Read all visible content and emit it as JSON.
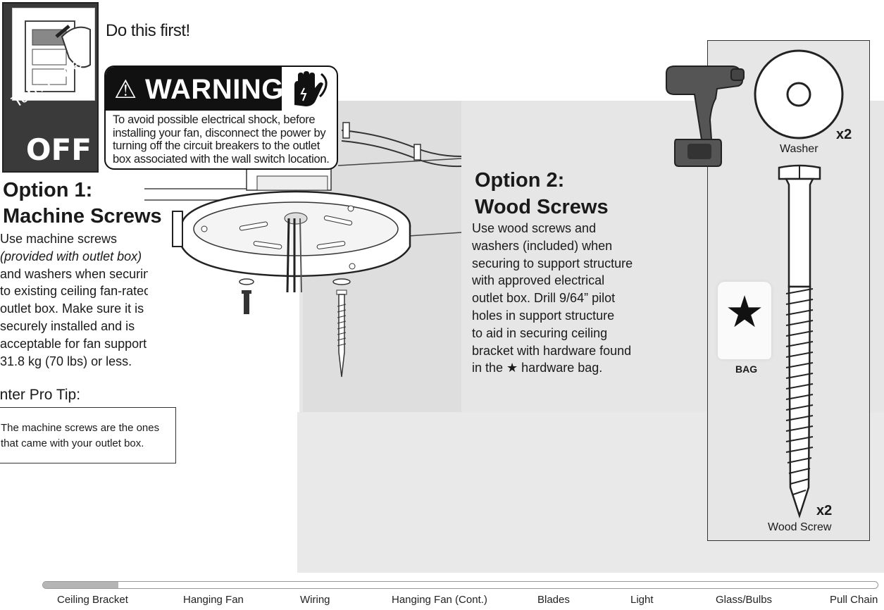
{
  "power_sign": {
    "line1": "Turn Power",
    "line2": "OFF"
  },
  "do_first": "Do this first!",
  "warning": {
    "title": "WARNING",
    "text": "To avoid possible electrical shock, before installing your fan, disconnect the power by turning off the circuit breakers to the outlet box associated with the wall switch location."
  },
  "option1": {
    "title_line1": "Option 1:",
    "title_line2": "Machine Screws",
    "body_lines": [
      "Use machine screws",
      "(provided with outlet box)",
      "and washers when securin",
      "to existing ceiling fan-ratec",
      "outlet box. Make sure it is",
      "securely installed and is",
      "acceptable for fan support",
      "31.8 kg (70 lbs) or less."
    ]
  },
  "pro_tip": {
    "title": "unter Pro Tip:",
    "text_line1": "The machine screws are the ones",
    "text_line2": "that came with your outlet box."
  },
  "option2": {
    "title_line1": "Option 2:",
    "title_line2": "Wood Screws",
    "body_lines": [
      "Use wood screws and",
      "washers (included) when",
      "securing to support structure",
      "with approved electrical",
      "outlet box. Drill 9/64” pilot",
      "holes in support structure",
      "to aid in securing ceiling",
      "bracket with hardware found",
      "in the ★ hardware bag."
    ]
  },
  "hardware": {
    "washer_label": "Washer",
    "washer_qty": "x2",
    "bag_label": "BAG",
    "screw_label": "Wood Screw",
    "screw_qty": "x2"
  },
  "nav": {
    "progress": 0.09,
    "items": [
      "Ceiling Bracket",
      "Hanging Fan",
      "Wiring",
      "Hanging Fan (Cont.)",
      "Blades",
      "Light",
      "Glass/Bulbs",
      "Pull Chain"
    ]
  }
}
